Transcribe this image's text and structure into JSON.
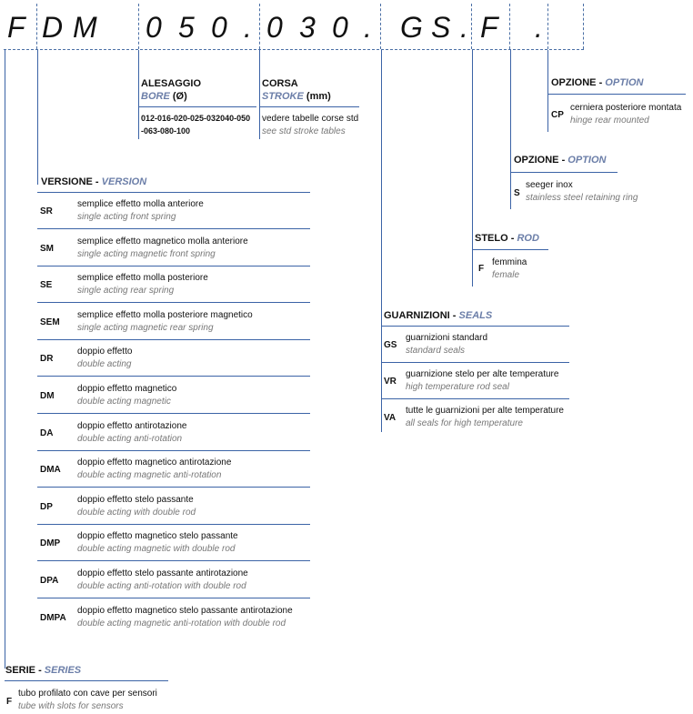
{
  "code": [
    "F",
    "D",
    "M",
    "0",
    "5",
    "0",
    ".",
    "0",
    "3",
    "0",
    ".",
    "G",
    "S",
    ".",
    "F",
    ".",
    ""
  ],
  "alesaggio": {
    "title_it": "ALESAGGIO",
    "title_en": "BORE",
    "title_suffix": "(Ø)",
    "values_line1": "012-016-020-025-032040-050",
    "values_line2": "-063-080-100"
  },
  "corsa": {
    "title_it": "CORSA",
    "title_en": "STROKE",
    "title_suffix": "(mm)",
    "line1": "vedere tabelle corse std",
    "line2": "see std stroke tables"
  },
  "opzione_cp": {
    "title_it": "OPZIONE",
    "title_en": "OPTION",
    "code": "CP",
    "line1": "cerniera posteriore montata",
    "line2": "hinge rear mounted"
  },
  "opzione_s": {
    "title_it": "OPZIONE",
    "title_en": "OPTION",
    "code": "S",
    "line1": "seeger inox",
    "line2": "stainless steel retaining ring"
  },
  "stelo": {
    "title_it": "STELO",
    "title_en": "ROD",
    "code": "F",
    "line1": "femmina",
    "line2": "female"
  },
  "guarnizioni": {
    "title_it": "GUARNIZIONI",
    "title_en": "SEALS",
    "items": [
      {
        "code": "GS",
        "line1": "guarnizioni standard",
        "line2": "standard seals"
      },
      {
        "code": "VR",
        "line1": "guarnizione stelo per alte temperature",
        "line2": "high temperature rod seal"
      },
      {
        "code": "VA",
        "line1": "tutte le guarnizioni per alte temperature",
        "line2": "all seals for high temperature"
      }
    ]
  },
  "versione": {
    "title_it": "VERSIONE",
    "title_en": "VERSION",
    "items": [
      {
        "code": "SR",
        "line1": "semplice effetto molla anteriore",
        "line2": "single acting front spring"
      },
      {
        "code": "SM",
        "line1": "semplice effetto magnetico molla anteriore",
        "line2": "single acting magnetic front spring"
      },
      {
        "code": "SE",
        "line1": "semplice effetto molla posteriore",
        "line2": "single acting rear spring"
      },
      {
        "code": "SEM",
        "line1": "semplice effetto molla posteriore magnetico",
        "line2": "single acting magnetic rear spring"
      },
      {
        "code": "DR",
        "line1": "doppio effetto",
        "line2": "double acting"
      },
      {
        "code": "DM",
        "line1": "doppio effetto magnetico",
        "line2": "double acting magnetic"
      },
      {
        "code": "DA",
        "line1": "doppio effetto antirotazione",
        "line2": "double acting anti-rotation"
      },
      {
        "code": "DMA",
        "line1": "doppio effetto magnetico antirotazione",
        "line2": "double acting magnetic anti-rotation"
      },
      {
        "code": "DP",
        "line1": "doppio effetto stelo passante",
        "line2": "double acting with double rod"
      },
      {
        "code": "DMP",
        "line1": "doppio effetto magnetico stelo passante",
        "line2": "double acting magnetic with double rod"
      },
      {
        "code": "DPA",
        "line1": "doppio effetto stelo passante antirotazione",
        "line2": "double acting anti-rotation with double rod"
      },
      {
        "code": "DMPA",
        "line1": "doppio effetto magnetico stelo passante antirotazione",
        "line2": "double acting magnetic anti-rotation with double rod"
      }
    ]
  },
  "serie": {
    "title_it": "SERIE",
    "title_en": "SERIES",
    "code": "F",
    "line1": "tubo profilato con cave per sensori",
    "line2": "tube with slots for sensors"
  }
}
